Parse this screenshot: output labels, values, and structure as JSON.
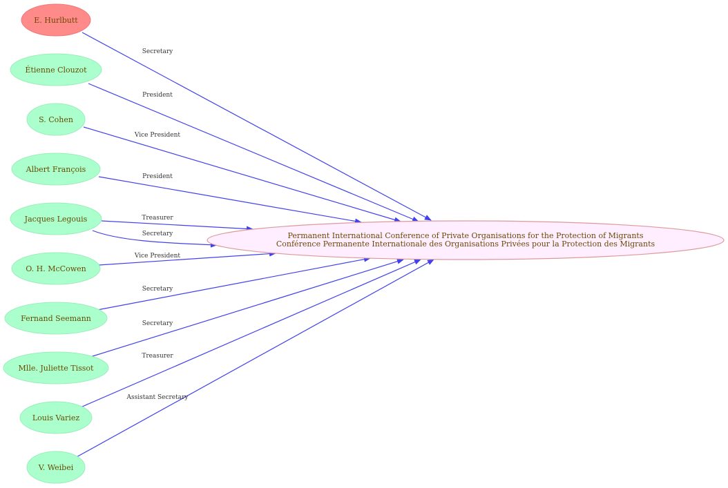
{
  "colors": {
    "edge": "#4040ee",
    "person_fill": "#aaffcc",
    "person_stroke": "#99eebb",
    "highlight_fill": "#ff8a8a",
    "highlight_stroke": "#ee7777",
    "org_fill": "#ffeeff",
    "org_stroke": "#dd9999",
    "label_text": "#6b4a00"
  },
  "organization": {
    "name_en": "Permanent International Conference of Private Organisations for the Protection of Migrants",
    "name_fr": "Conférence Permanente Internationale des Organisations Privées pour la Protection des Migrants"
  },
  "people": [
    {
      "name": "E. Hurlbutt",
      "role": "Secretary",
      "highlight": true
    },
    {
      "name": "Étienne Clouzot",
      "role": "President",
      "highlight": false
    },
    {
      "name": "S. Cohen",
      "role": "Vice President",
      "highlight": false
    },
    {
      "name": "Albert François",
      "role": "President",
      "highlight": false
    },
    {
      "name": "Jacques Legouis",
      "role": "Treasurer",
      "highlight": false
    },
    {
      "name": "Jacques Legouis",
      "role": "Secretary",
      "highlight": false
    },
    {
      "name": "O. H. McCowen",
      "role": "Vice President",
      "highlight": false
    },
    {
      "name": "Fernand Seemann",
      "role": "Secretary",
      "highlight": false
    },
    {
      "name": "Mlle. Juliette Tissot",
      "role": "Secretary",
      "highlight": false
    },
    {
      "name": "Louis Variez",
      "role": "Treasurer",
      "highlight": false
    },
    {
      "name": "V. Weibei",
      "role": "Assistant Secretary",
      "highlight": false
    }
  ]
}
